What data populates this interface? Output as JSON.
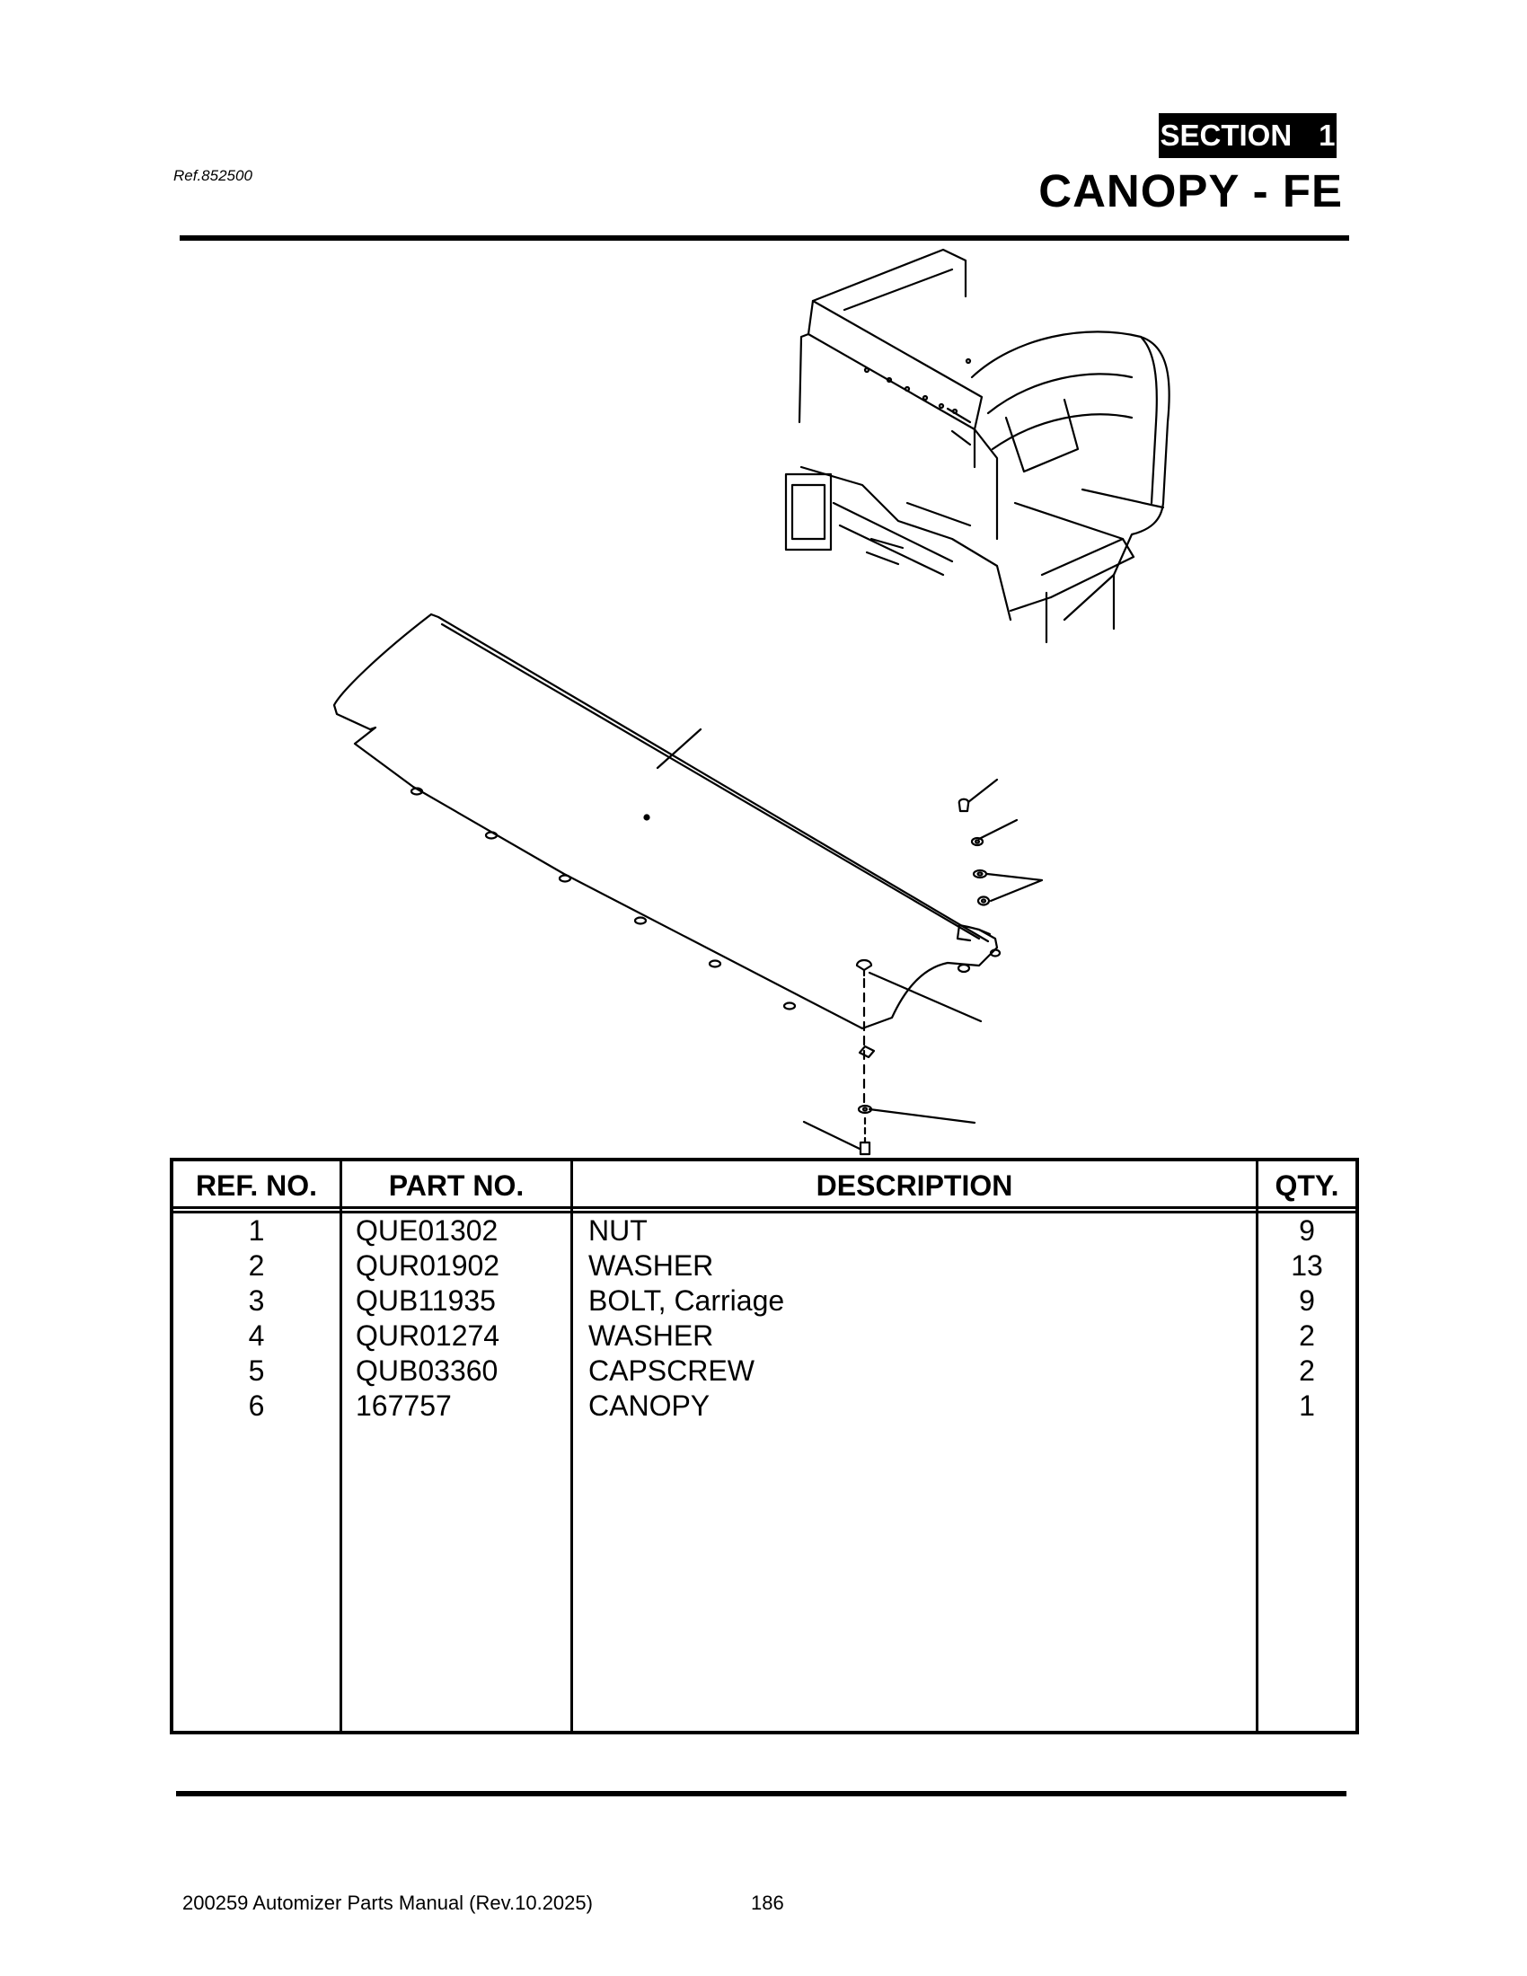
{
  "header": {
    "ref": "Ref.852500",
    "section_label": "SECTION",
    "section_number": "1",
    "title": "CANOPY - FE"
  },
  "table": {
    "headers": {
      "ref": "REF. NO.",
      "part": "PART NO.",
      "description": "DESCRIPTION",
      "qty": "QTY."
    },
    "rows": [
      {
        "ref": "1",
        "part": "QUE01302",
        "description": "NUT",
        "qty": "9"
      },
      {
        "ref": "2",
        "part": "QUR01902",
        "description": "WASHER",
        "qty": "13"
      },
      {
        "ref": "3",
        "part": "QUB11935",
        "description": "BOLT, Carriage",
        "qty": "9"
      },
      {
        "ref": "4",
        "part": "QUR01274",
        "description": "WASHER",
        "qty": "2"
      },
      {
        "ref": "5",
        "part": "QUB03360",
        "description": "CAPSCREW",
        "qty": "2"
      },
      {
        "ref": "6",
        "part": "167757",
        "description": "CANOPY",
        "qty": "1"
      }
    ]
  },
  "footer": {
    "manual": "200259 Automizer Parts Manual (Rev.10.2025)",
    "page": "186"
  }
}
